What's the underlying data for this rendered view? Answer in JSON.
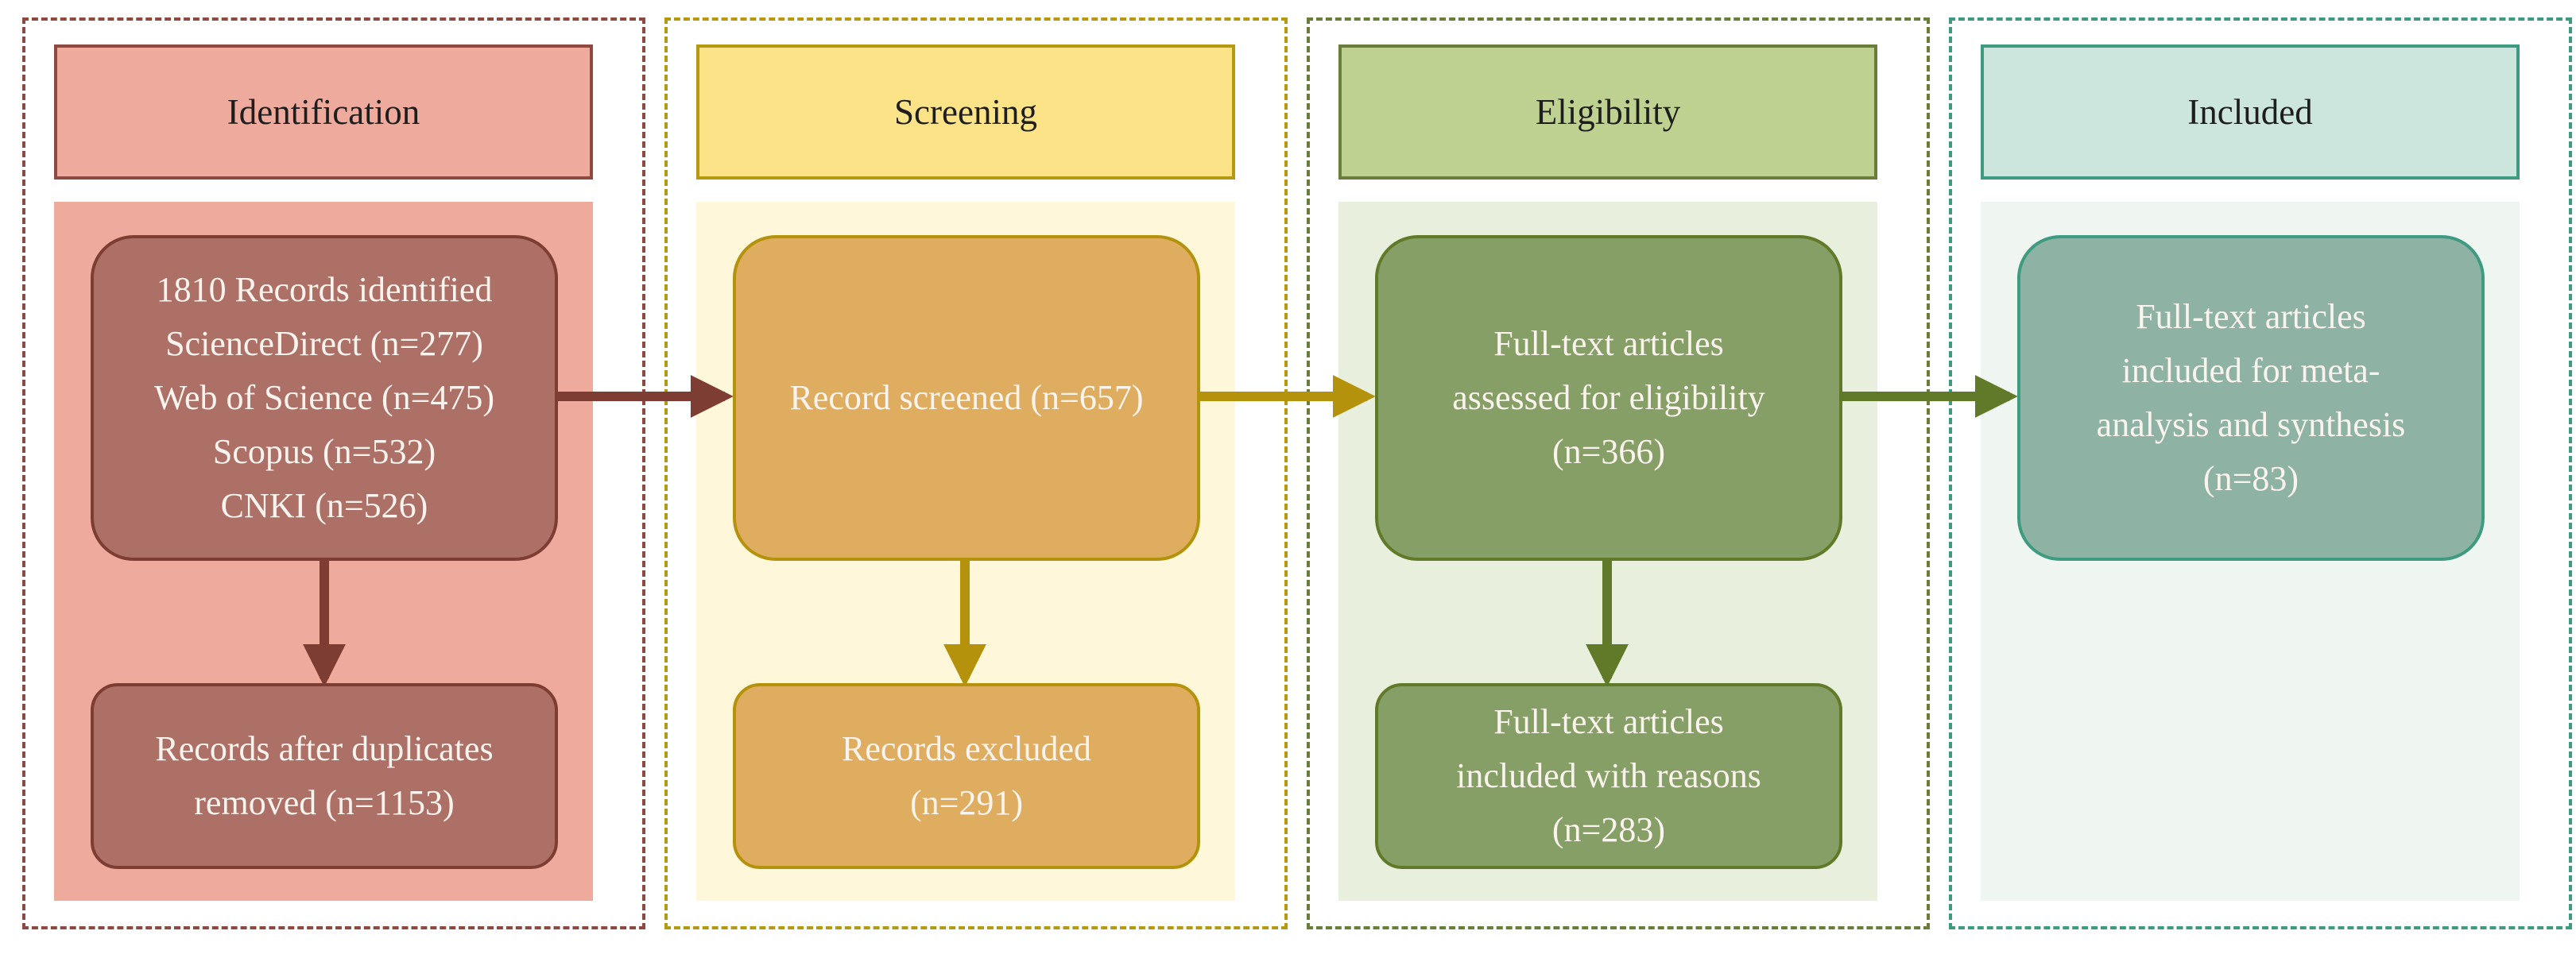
{
  "colors": {
    "identification": {
      "frame": "#8e4a40",
      "header_fill": "#eeaa9c",
      "panel": "#eeaa9c",
      "node": "#ac7066",
      "node_border": "#7e3d33",
      "arrow": "#7e3d33"
    },
    "screening": {
      "frame": "#b59a11",
      "header_fill": "#fce388",
      "panel": "#fef7da",
      "node": "#dfad60",
      "node_border": "#b5920c",
      "arrow": "#b5920c"
    },
    "eligibility": {
      "frame": "#6b7d3a",
      "header_fill": "#bed191",
      "panel": "#e8efdc",
      "node": "#869f66",
      "node_border": "#617a2a",
      "arrow": "#617a2a"
    },
    "included": {
      "frame": "#3f9b7f",
      "header_fill": "#cde6dd",
      "panel": "#eff6f2",
      "node": "#8eb3a4",
      "node_border": "#3f9b7f"
    }
  },
  "columns": {
    "identification": {
      "header": "Identification",
      "records_identified": [
        "1810 Records identified",
        "ScienceDirect (n=277)",
        "Web of Science (n=475)",
        "Scopus (n=532)",
        "CNKI (n=526)"
      ],
      "after_duplicates": [
        "Records after duplicates",
        "removed (n=1153)"
      ]
    },
    "screening": {
      "header": "Screening",
      "screened": [
        "Record screened (n=657)"
      ],
      "excluded": [
        "Records excluded",
        "(n=291)"
      ]
    },
    "eligibility": {
      "header": "Eligibility",
      "assessed": [
        "Full-text articles",
        "assessed for eligibility",
        "(n=366)"
      ],
      "excluded_reasons": [
        "Full-text articles",
        "included with reasons",
        "(n=283)"
      ]
    },
    "included": {
      "header": "Included",
      "included_articles": [
        "Full-text articles",
        "included for meta-",
        "analysis and synthesis",
        "(n=83)"
      ]
    }
  }
}
